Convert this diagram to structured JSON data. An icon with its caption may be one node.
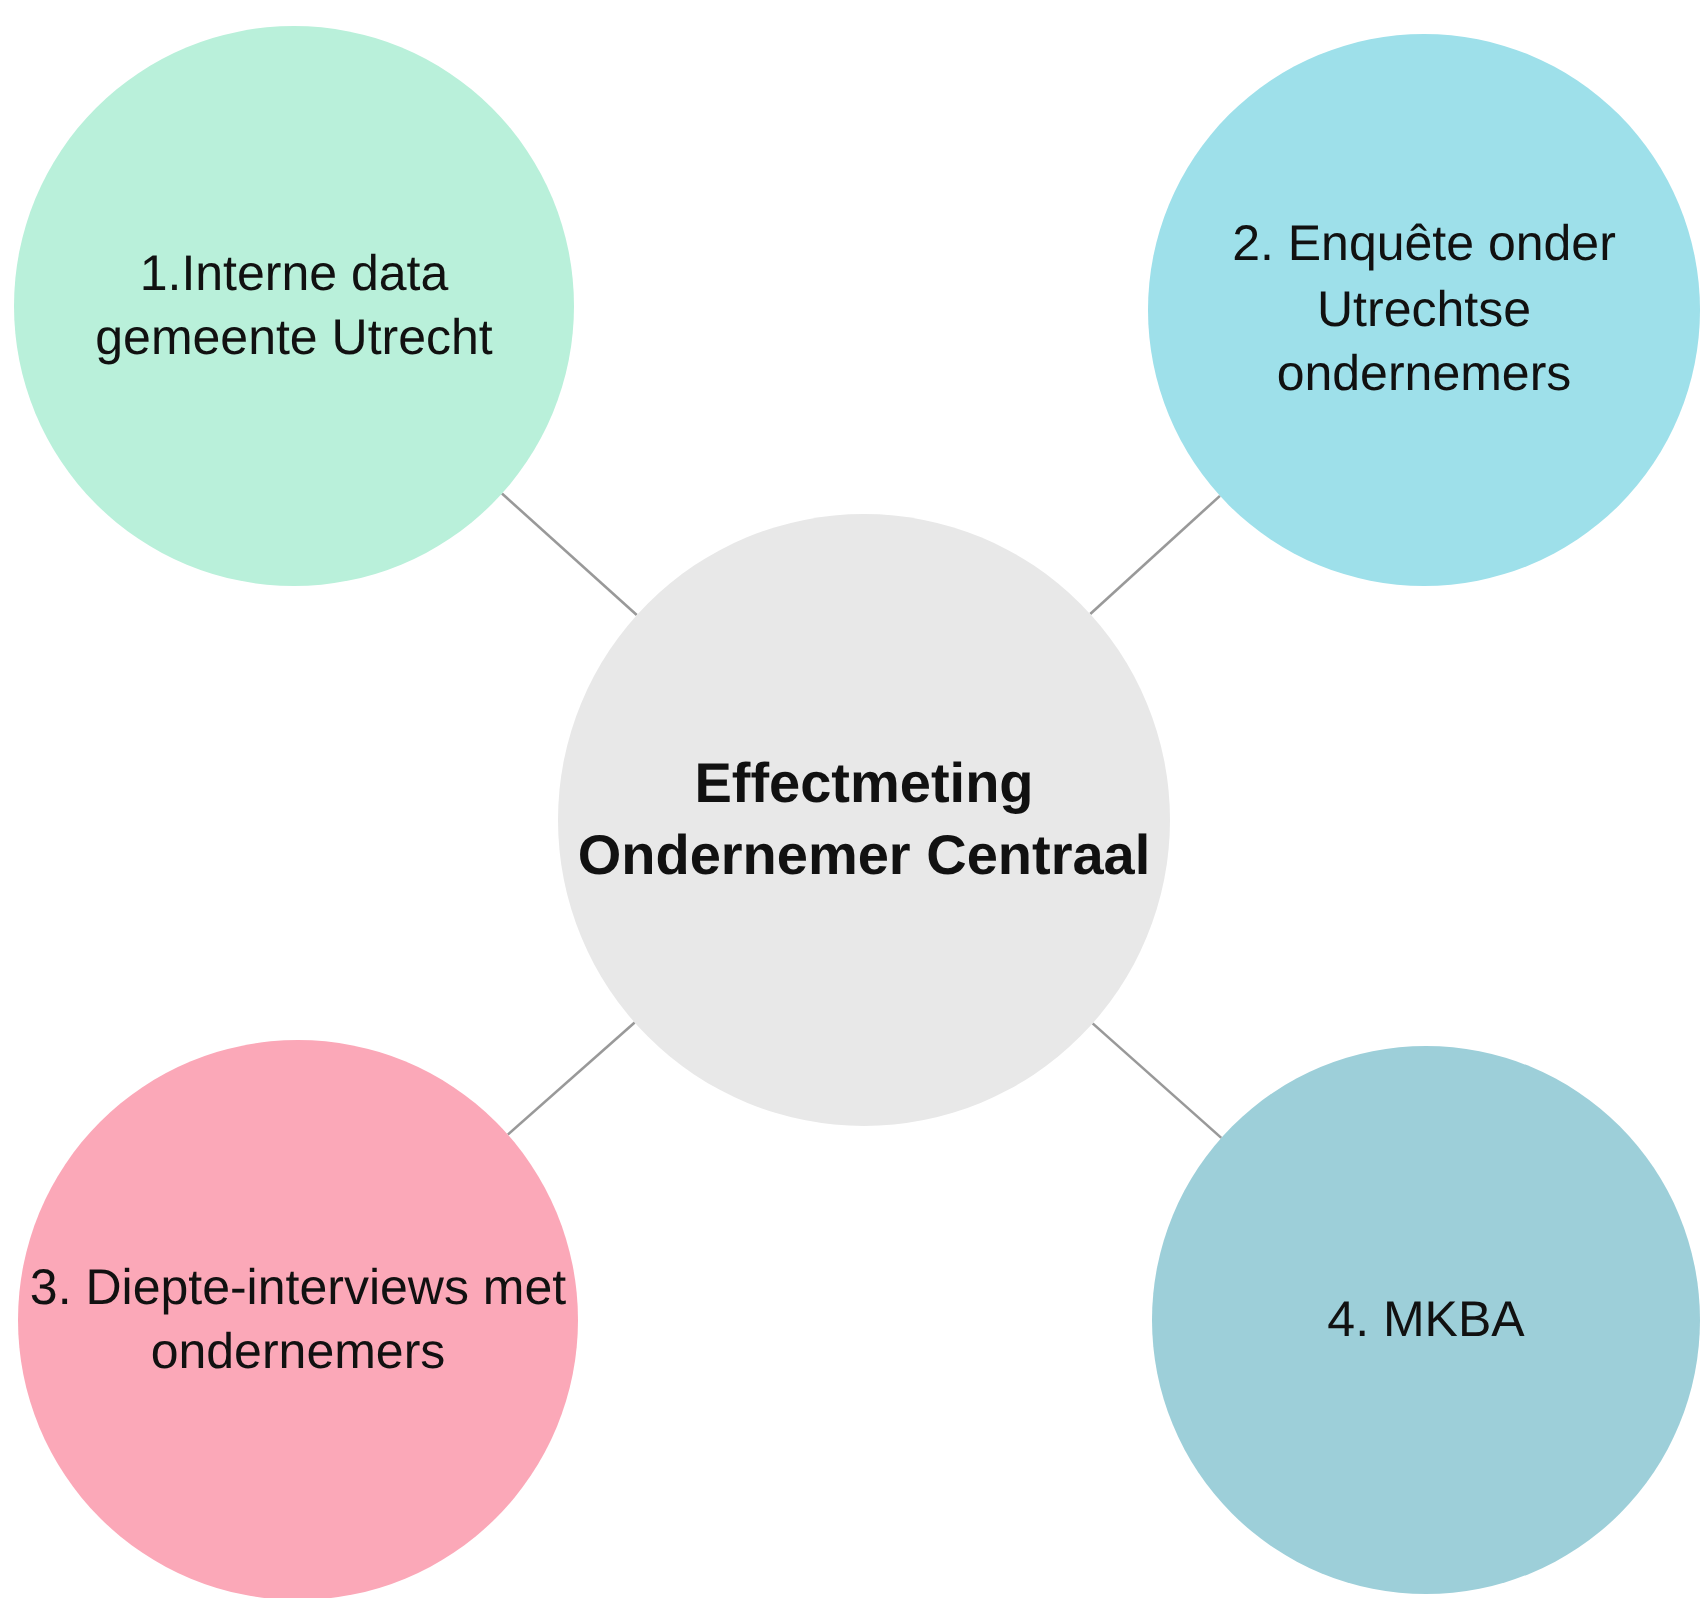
{
  "diagram": {
    "nodes": [
      {
        "text": [
          "1.Interne data gemeente Utrecht"
        ]
      },
      {
        "text": [
          "2. Enquête onder Utrechtse ondernemers"
        ]
      },
      {
        "text": [
          "Effectmeting Ondernemer Centraal"
        ]
      },
      {
        "text": [
          "3. Diepte-interviews met ondernemers"
        ]
      },
      {
        "text": [
          "4. MKBA"
        ]
      }
    ],
    "edges": [
      {
        "from": 2,
        "to": 0,
        "arrow": "none"
      },
      {
        "from": 2,
        "to": 1,
        "arrow": "none"
      },
      {
        "from": 2,
        "to": 3,
        "arrow": "none"
      },
      {
        "from": 2,
        "to": 4,
        "arrow": "none"
      }
    ]
  }
}
